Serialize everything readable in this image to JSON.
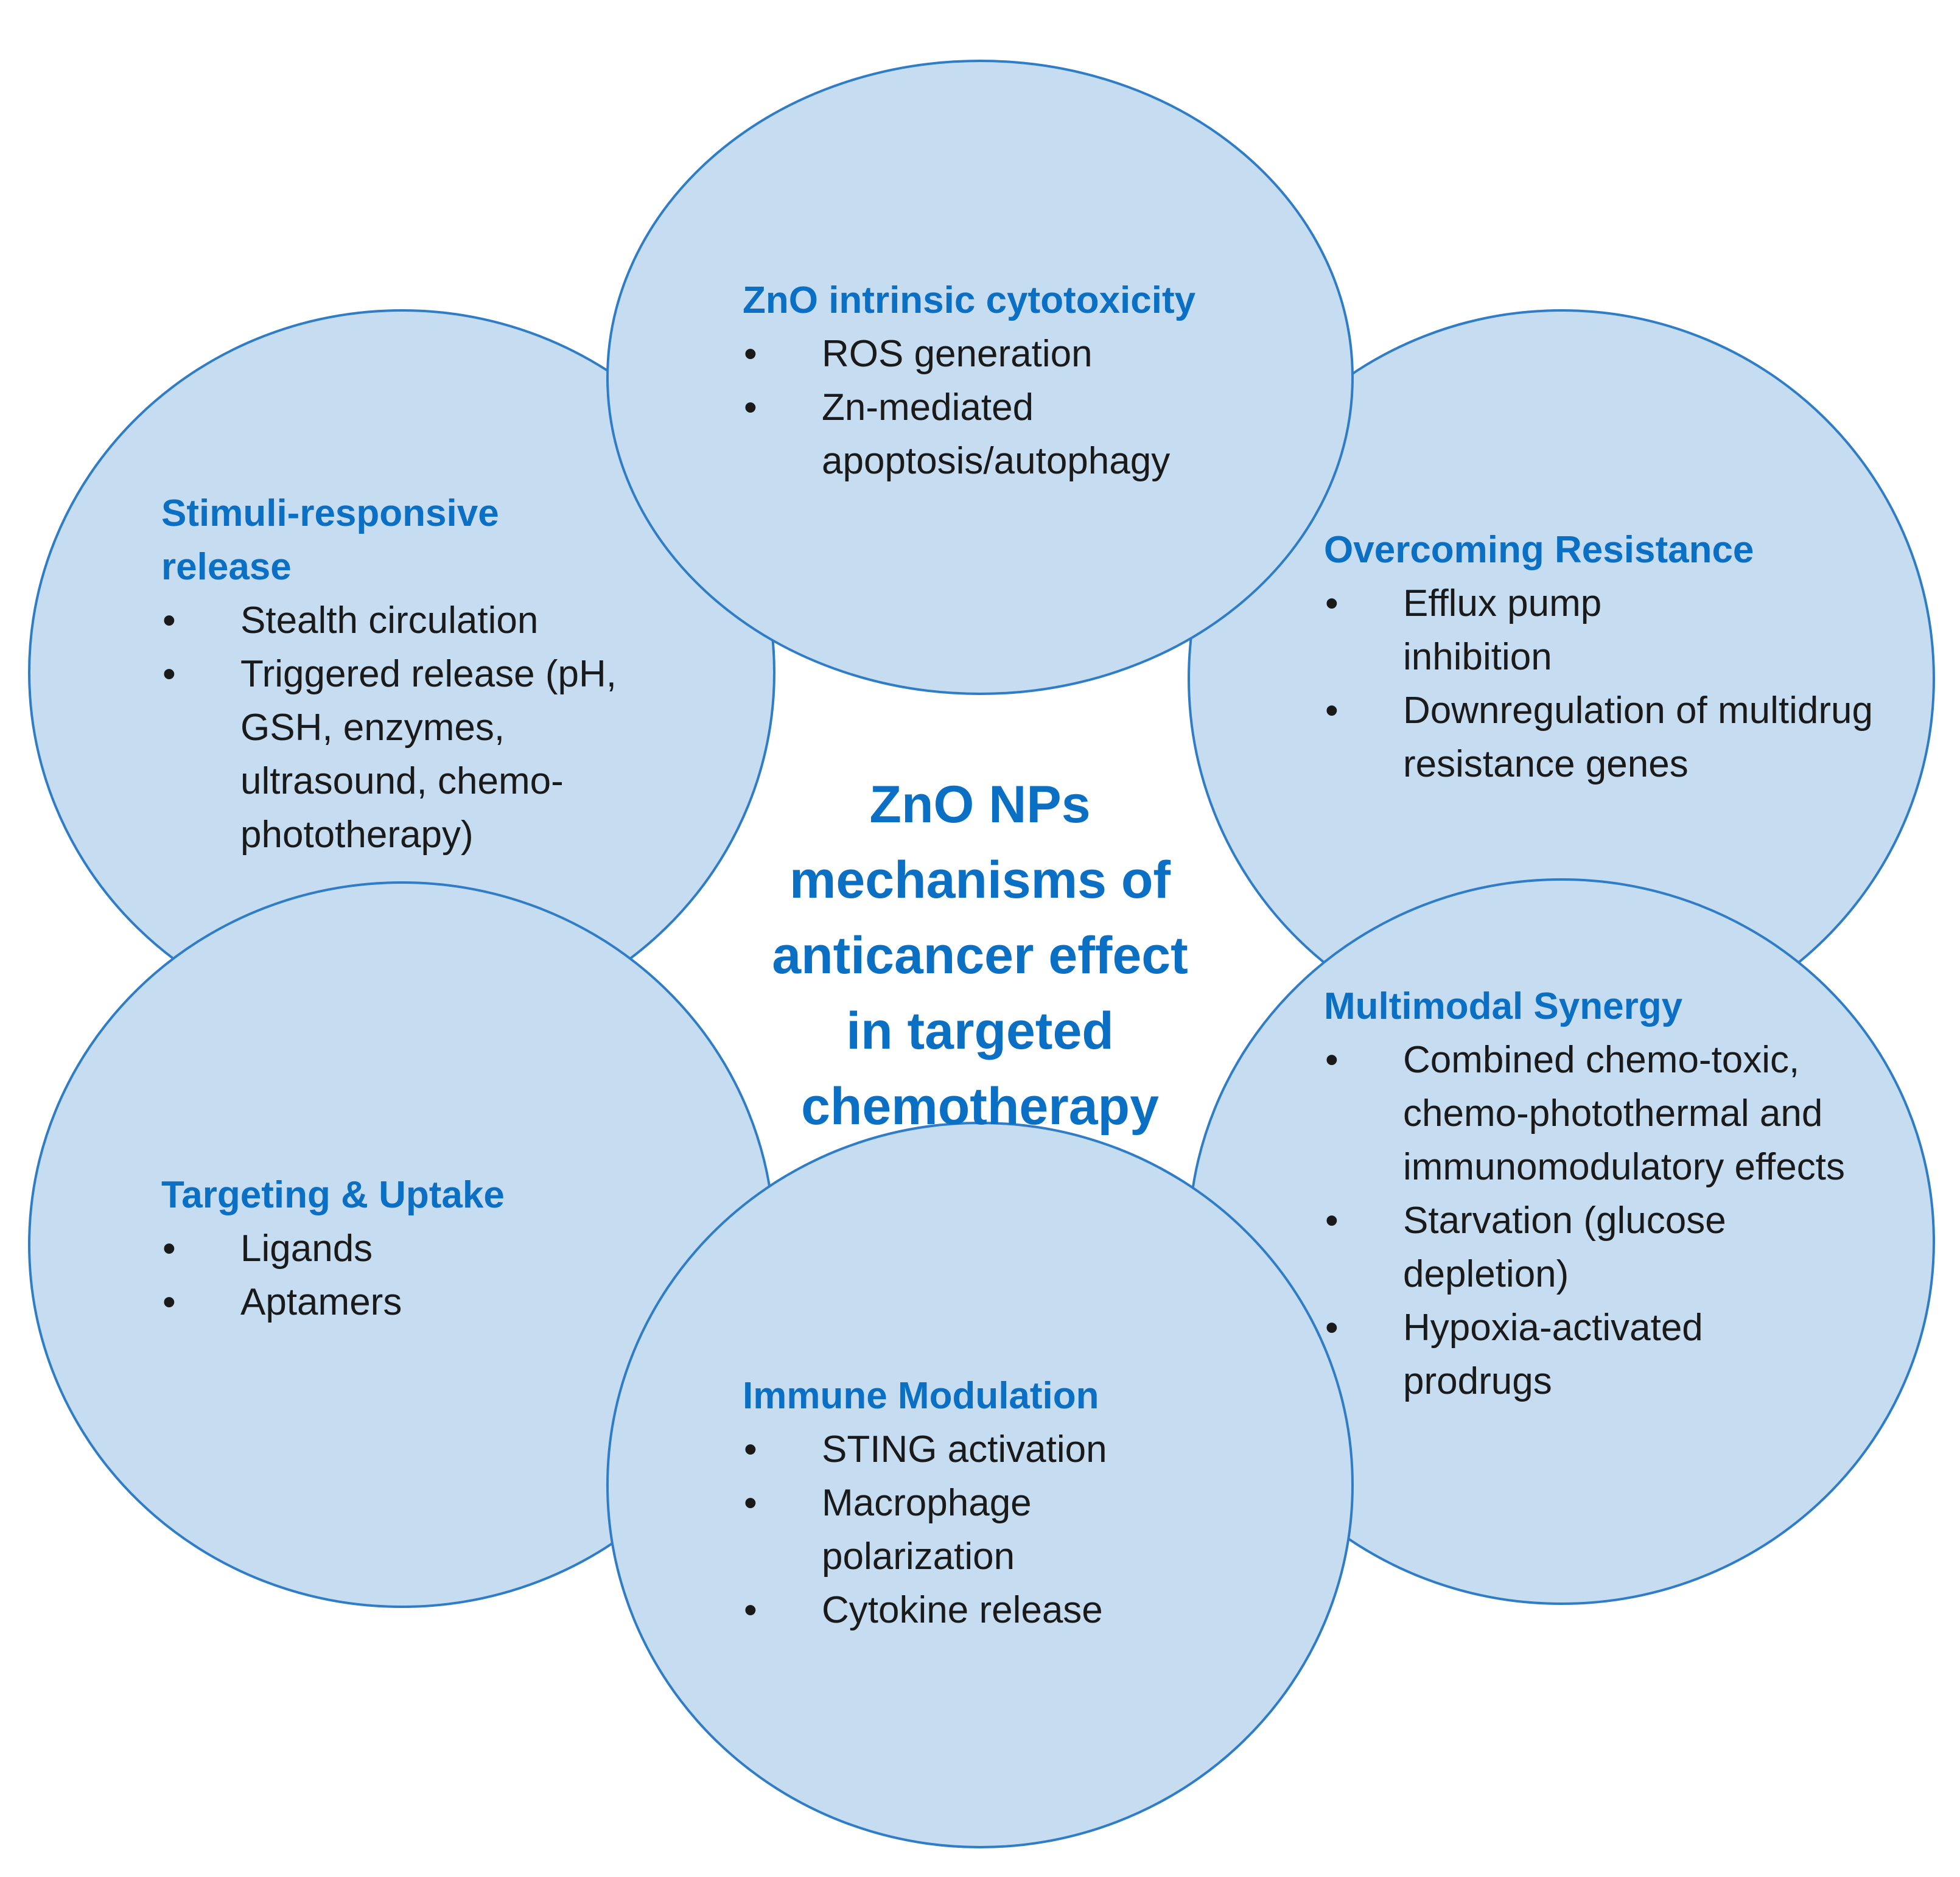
{
  "center_title": "ZnO NPs\nmechanisms of\nanticancer effect\nin targeted\nchemotherapy",
  "colors": {
    "circle_fill": "#c5dcf1",
    "circle_stroke": "#2f7cc7",
    "heading": "#0b70c4",
    "body_text": "#1a1a1a"
  },
  "bullet_glyph": "•",
  "mechanisms": {
    "intrinsic": {
      "title": "ZnO intrinsic cytotoxicity",
      "items": [
        "ROS generation",
        "Zn-mediated apoptosis/autophagy"
      ]
    },
    "stimuli": {
      "title": "Stimuli-responsive release",
      "items": [
        "Stealth circulation",
        "Triggered release (pH, GSH, enzymes, ultrasound, chemo-phototherapy)"
      ]
    },
    "resistance": {
      "title": "Overcoming Resistance",
      "items": [
        "Efflux pump inhibition",
        "Downregulation of multidrug resistance genes"
      ]
    },
    "synergy": {
      "title": "Multimodal Synergy",
      "items": [
        "Combined chemo-toxic, chemo-photothermal and immunomodulatory effects",
        "Starvation (glucose depletion)",
        "Hypoxia-activated prodrugs"
      ]
    },
    "targeting": {
      "title": "Targeting & Uptake",
      "items": [
        "Ligands",
        "Aptamers"
      ]
    },
    "immune": {
      "title": "Immune Modulation",
      "items": [
        "STING activation",
        "Macrophage polarization",
        "Cytokine release"
      ]
    }
  }
}
